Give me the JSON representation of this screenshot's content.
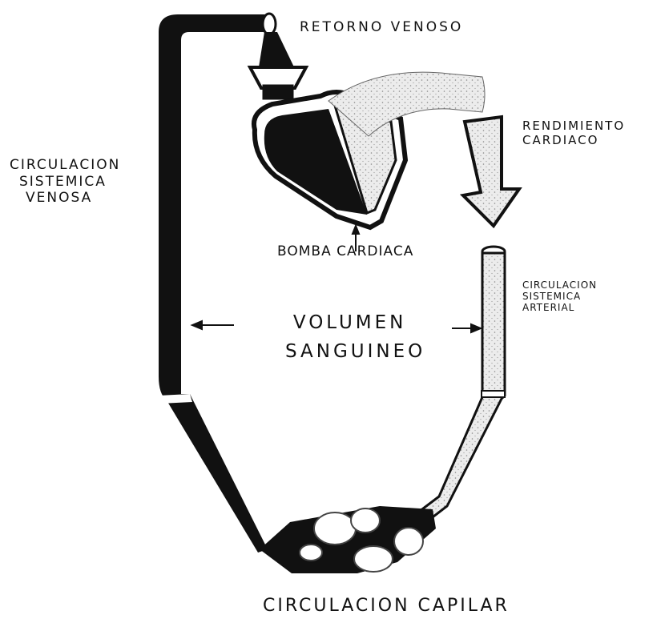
{
  "labels": {
    "retorno_venoso": "RETORNO VENOSO",
    "rendimiento_cardiaco": [
      "RENDIMIENTO",
      "CARDIACO"
    ],
    "circulacion_sistemica_venosa": [
      "CIRCULACION",
      "SISTEMICA",
      "VENOSA"
    ],
    "bomba_cardiaca": "BOMBA CARDIACA",
    "circulacion_sistemica_arterial": [
      "CIRCULACION",
      "SISTEMICA",
      "ARTERIAL"
    ],
    "volumen_sanguineo": [
      "VOLUMEN",
      "SANGUINEO"
    ],
    "circulacion_capilar": "CIRCULACION CAPILAR"
  },
  "colors": {
    "venous": "#111111",
    "arterial": "#ebebeb",
    "outline": "#111111",
    "background": "#ffffff"
  }
}
